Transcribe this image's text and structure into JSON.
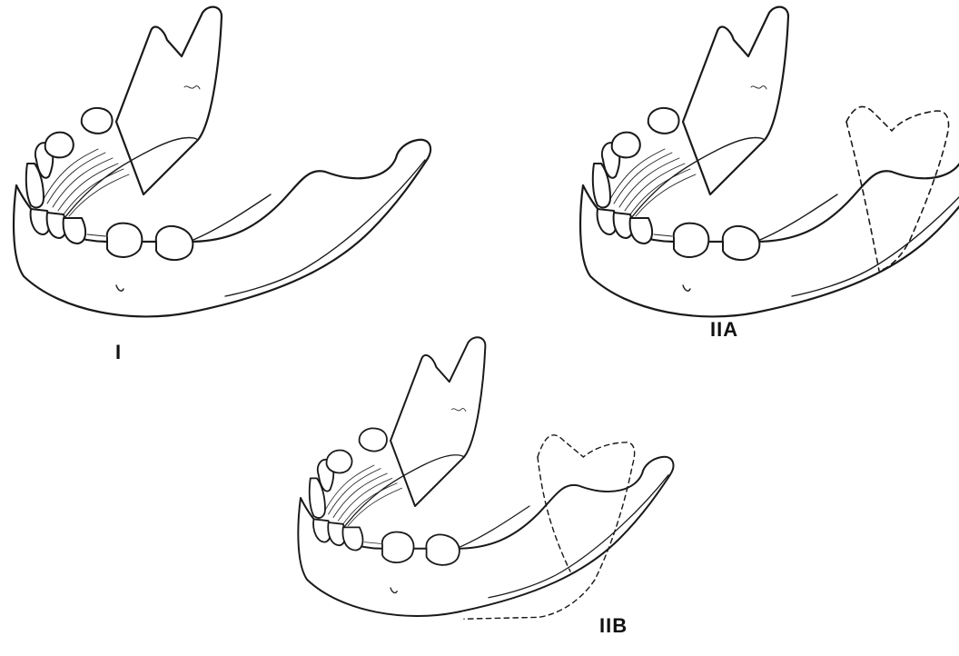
{
  "labels": {
    "figure_i": "I",
    "figure_iia": "IIA",
    "figure_iib": "IIB"
  },
  "colors": {
    "line": "#1a1a1a",
    "background": "#ffffff"
  }
}
